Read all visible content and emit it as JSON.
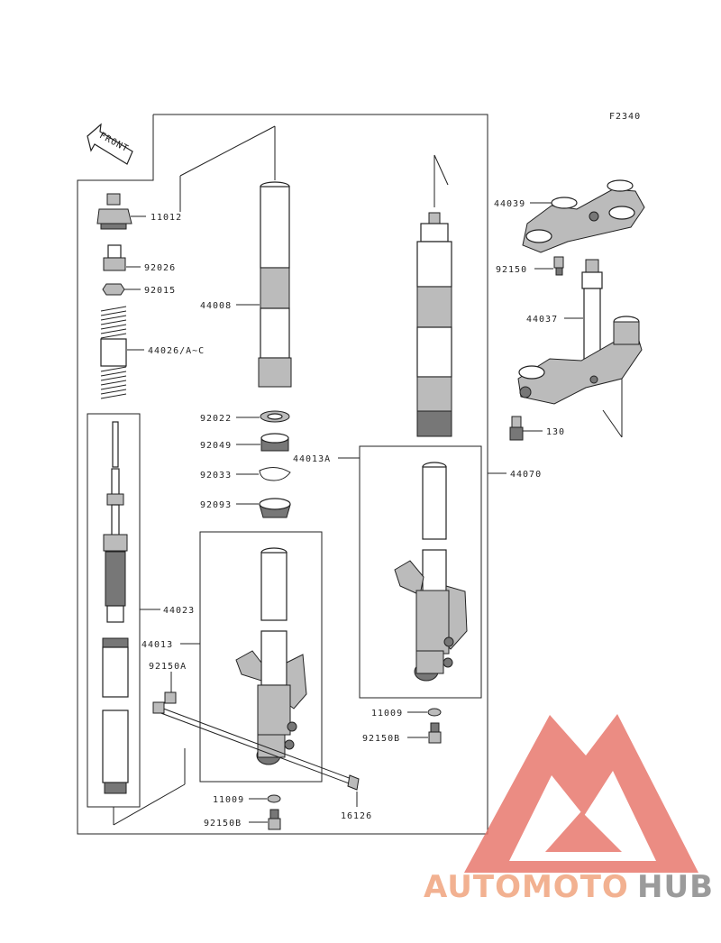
{
  "figure_code": "F2340",
  "front_label": "FRONT",
  "parts": [
    {
      "id": "p11012",
      "label": "11012"
    },
    {
      "id": "p92026",
      "label": "92026"
    },
    {
      "id": "p92015",
      "label": "92015"
    },
    {
      "id": "p44026",
      "label": "44026/A~C"
    },
    {
      "id": "p44008",
      "label": "44008"
    },
    {
      "id": "p92022",
      "label": "92022"
    },
    {
      "id": "p92049",
      "label": "92049"
    },
    {
      "id": "p92033",
      "label": "92033"
    },
    {
      "id": "p92093",
      "label": "92093"
    },
    {
      "id": "p44023",
      "label": "44023"
    },
    {
      "id": "p44013",
      "label": "44013"
    },
    {
      "id": "p92150A",
      "label": "92150A"
    },
    {
      "id": "p11009a",
      "label": "11009"
    },
    {
      "id": "p92150Ba",
      "label": "92150B"
    },
    {
      "id": "p16126",
      "label": "16126"
    },
    {
      "id": "p44013A",
      "label": "44013A"
    },
    {
      "id": "p44070",
      "label": "44070"
    },
    {
      "id": "p11009b",
      "label": "11009"
    },
    {
      "id": "p92150Bb",
      "label": "92150B"
    },
    {
      "id": "p44039",
      "label": "44039"
    },
    {
      "id": "p92150",
      "label": "92150"
    },
    {
      "id": "p44037",
      "label": "44037"
    },
    {
      "id": "p130",
      "label": "130"
    }
  ],
  "watermark": {
    "part1": "AUTOMOTO",
    "part2": "HUB",
    "color_red": "#e8786e",
    "color_orange": "#f3b58a",
    "color_grey": "#8a8a8a"
  }
}
